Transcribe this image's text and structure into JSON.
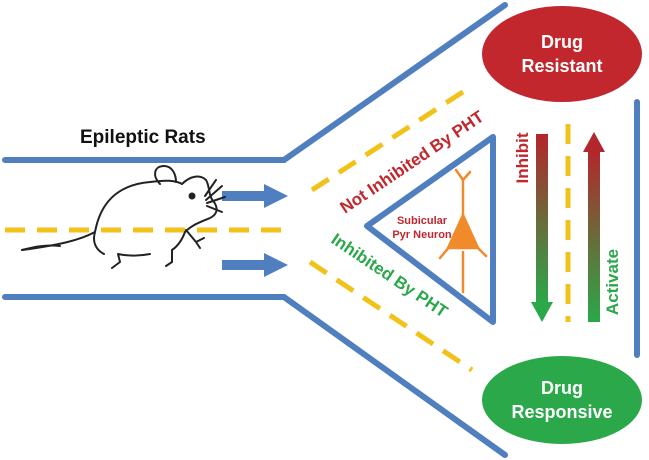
{
  "source_label": "Epileptic Rats",
  "resistant": {
    "label_line1": "Drug",
    "label_line2": "Resistant"
  },
  "responsive": {
    "label_line1": "Drug",
    "label_line2": "Responsive"
  },
  "upper_branch_label": "Not Inhibited By PHT",
  "lower_branch_label": "Inhibited By PHT",
  "neuron": {
    "label_line1": "Subicular",
    "label_line2": "Pyr Neuron"
  },
  "inhibit_label": "Inhibit",
  "activate_label": "Activate",
  "colors": {
    "pipe_blue": "#4f7fbf",
    "dash_yellow": "#f2c21b",
    "resistant_red": "#c1272d",
    "responsive_green": "#2aa84a",
    "neuron_orange": "#f08a2a",
    "text_dark": "#111111"
  }
}
